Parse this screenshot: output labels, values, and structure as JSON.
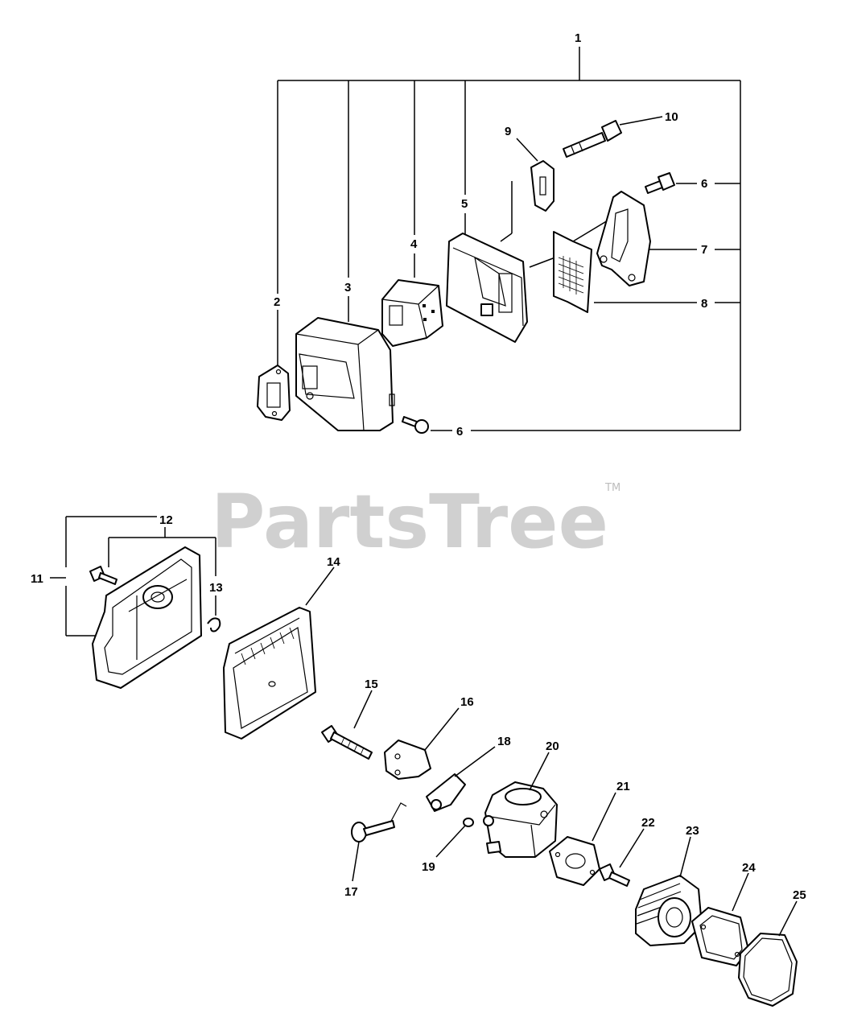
{
  "watermark": {
    "text": "PartsTree",
    "trademark": "TM"
  },
  "callouts": {
    "c1": "1",
    "c2": "2",
    "c3": "3",
    "c4": "4",
    "c5": "5",
    "c6a": "6",
    "c6b": "6",
    "c7": "7",
    "c8": "8",
    "c9": "9",
    "c10": "10",
    "c11": "11",
    "c12": "12",
    "c13": "13",
    "c14": "14",
    "c15": "15",
    "c16": "16",
    "c17": "17",
    "c18": "18",
    "c19": "19",
    "c20": "20",
    "c21": "21",
    "c22": "22",
    "c23": "23",
    "c24": "24",
    "c25": "25"
  }
}
